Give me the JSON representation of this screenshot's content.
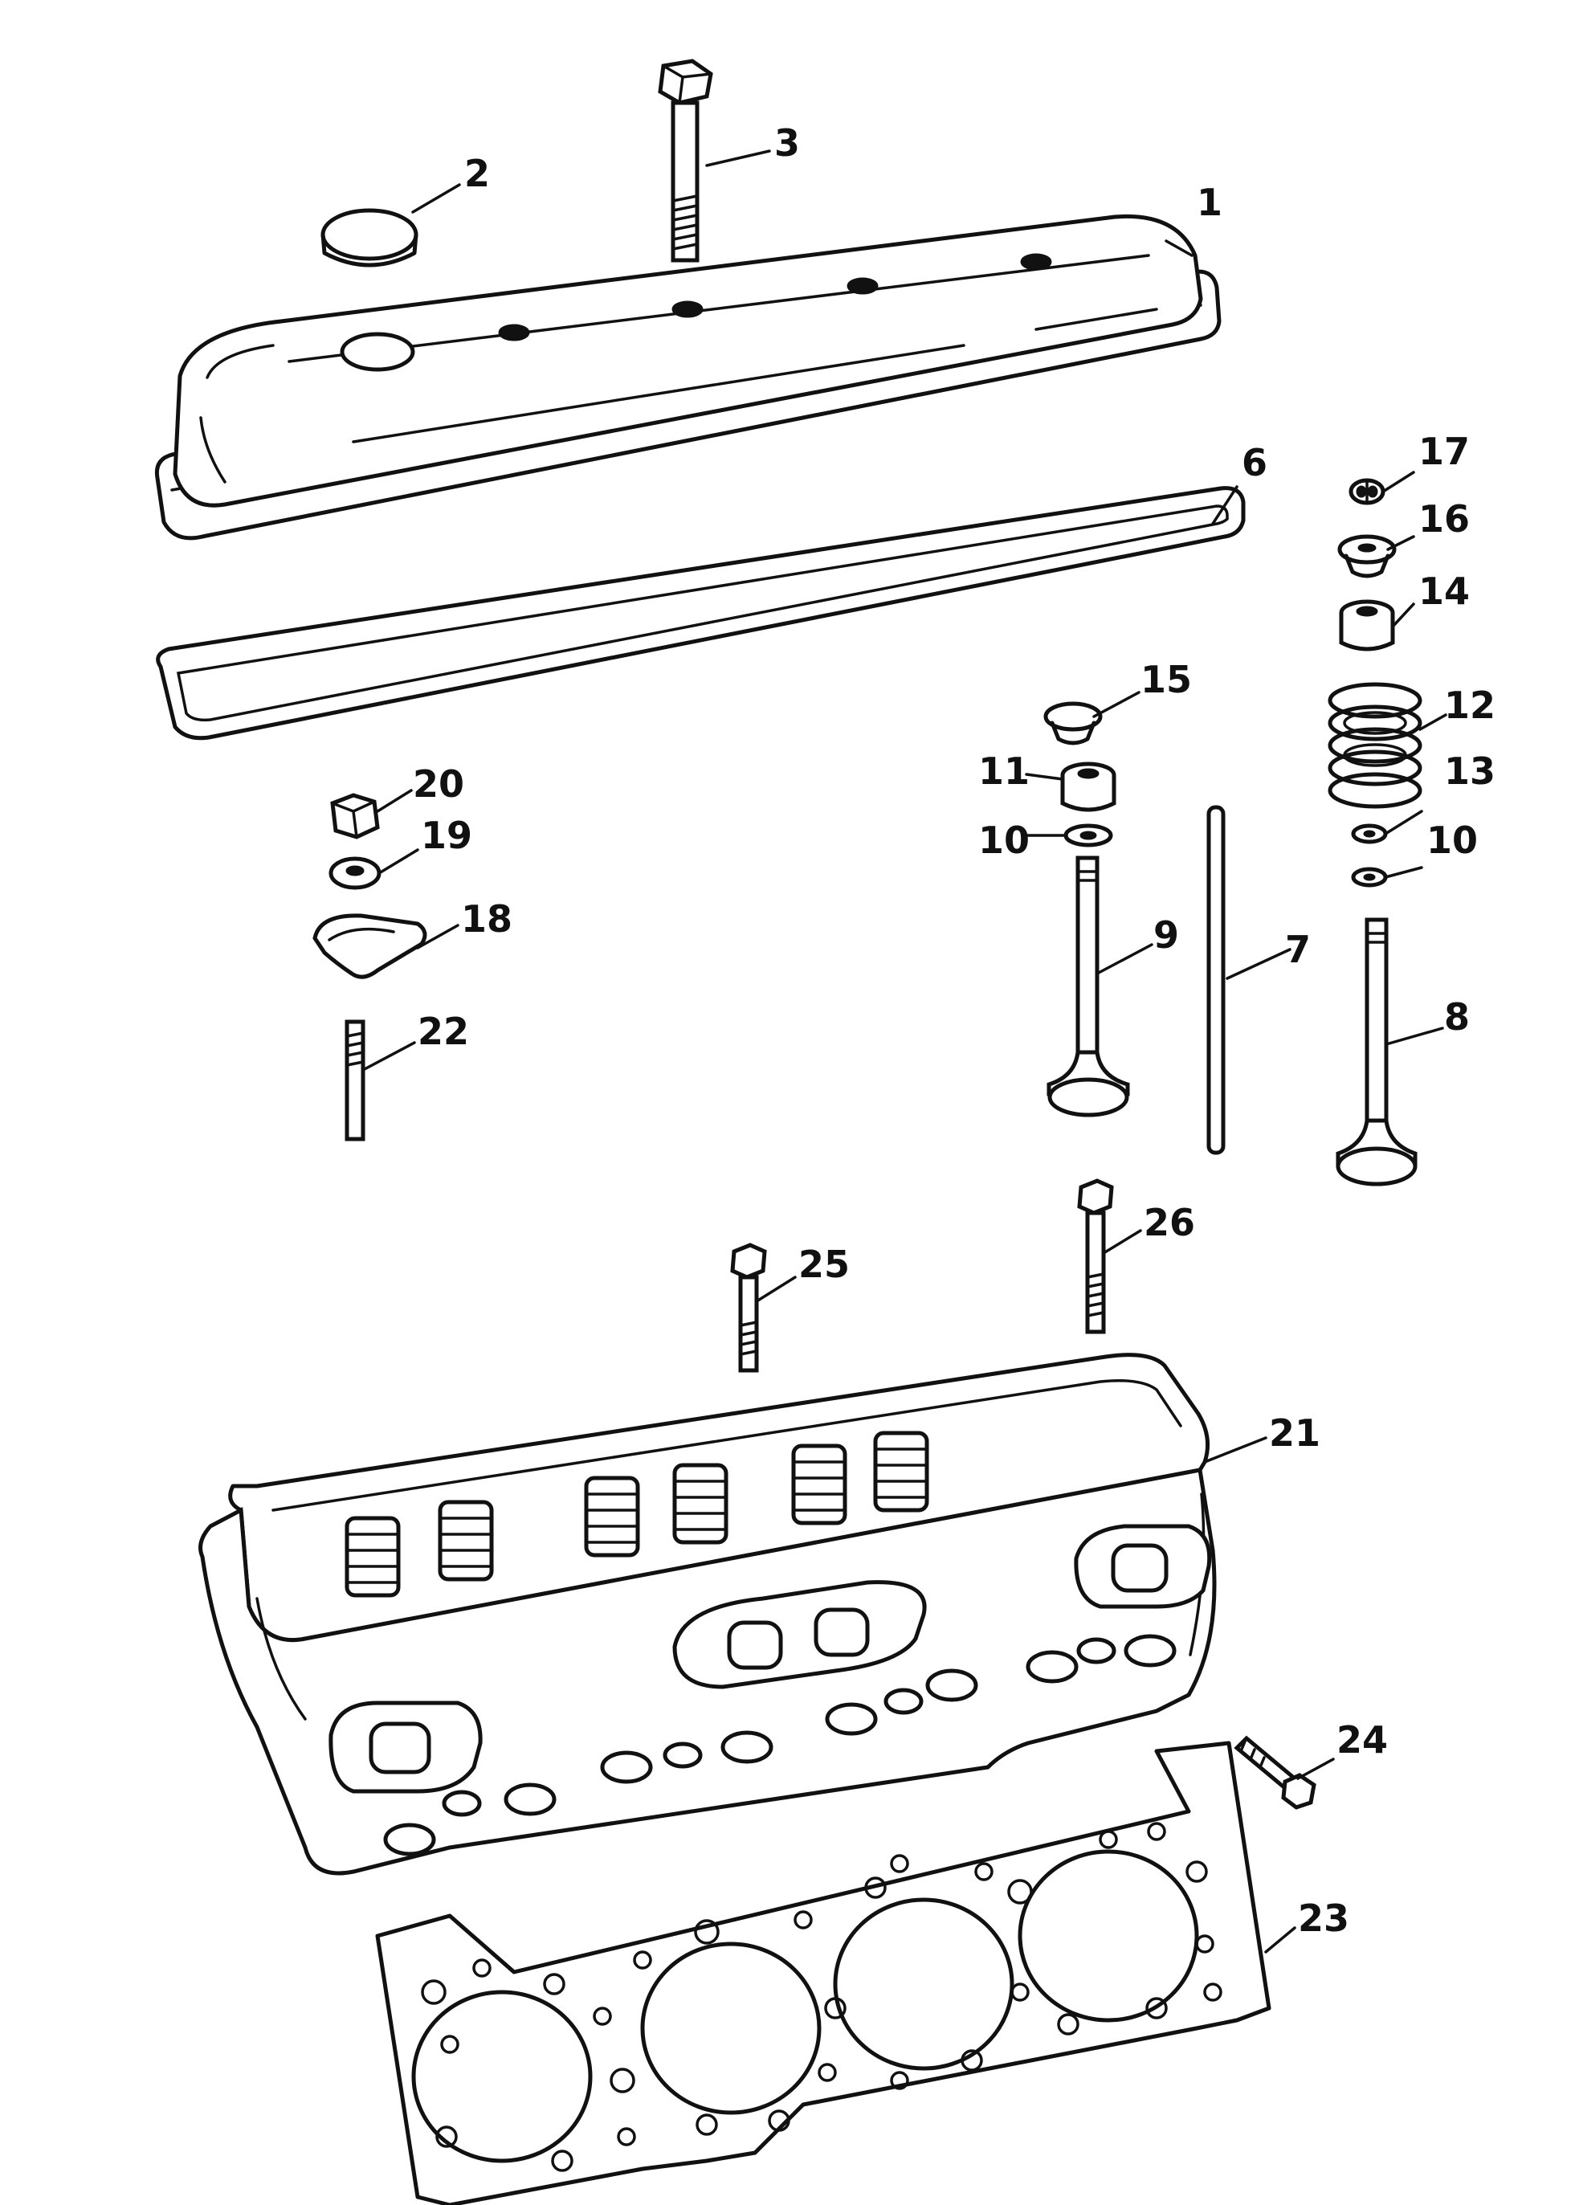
{
  "callouts": {
    "c1": "1",
    "c2": "2",
    "c3": "3",
    "c6": "6",
    "c7": "7",
    "c8": "8",
    "c9": "9",
    "c10a": "10",
    "c10b": "10",
    "c11": "11",
    "c12": "12",
    "c13": "13",
    "c14": "14",
    "c15": "15",
    "c16": "16",
    "c17": "17",
    "c18": "18",
    "c19": "19",
    "c20": "20",
    "c21": "21",
    "c22": "22",
    "c23": "23",
    "c24": "24",
    "c25": "25",
    "c26": "26"
  }
}
